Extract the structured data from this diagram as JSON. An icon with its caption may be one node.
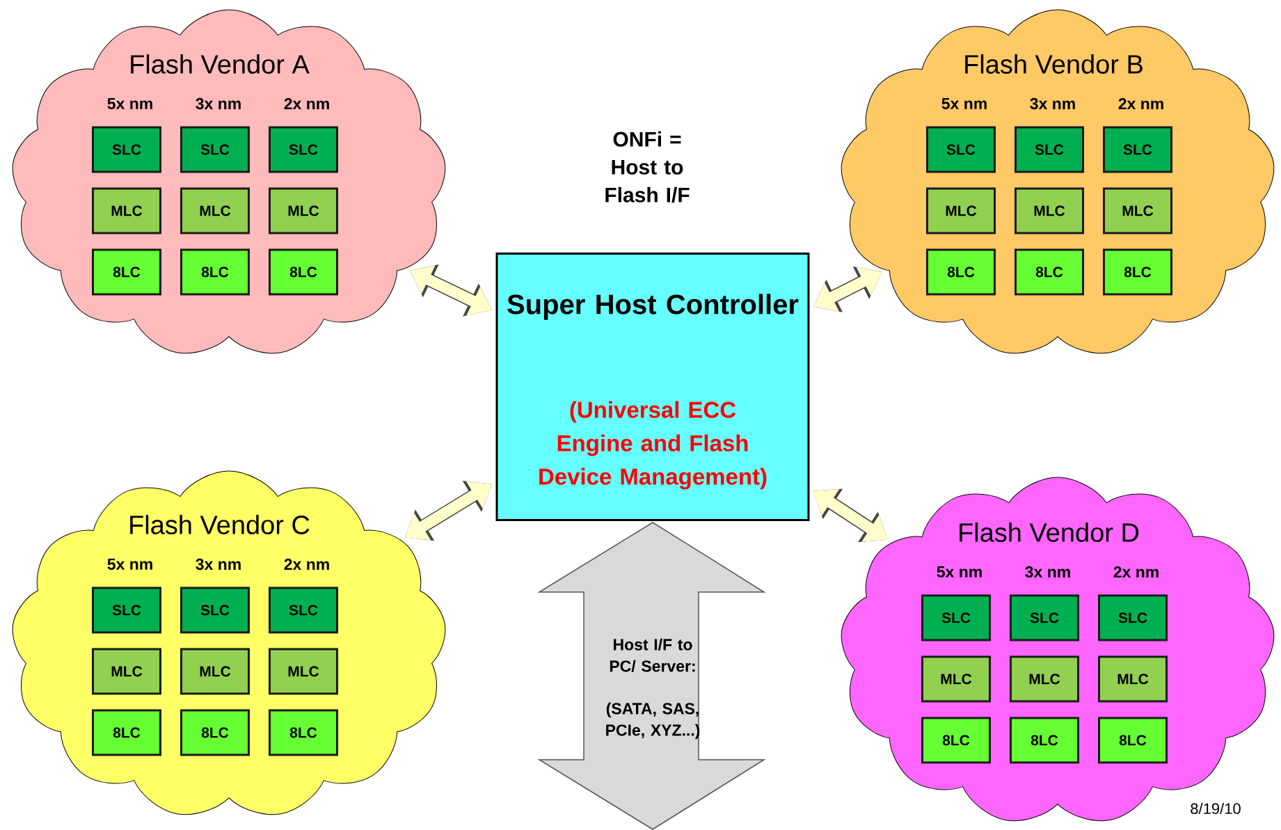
{
  "diagram": {
    "nodes": [
      {
        "text": [
          "Flash Vendor A",
          "5x nm",
          "3x nm",
          "2x nm"
        ]
      },
      {
        "text": [
          "SLC"
        ],
        "in": 0
      },
      {
        "text": [
          "SLC"
        ],
        "in": 0
      },
      {
        "text": [
          "SLC"
        ],
        "in": 0
      },
      {
        "text": [
          "MLC"
        ],
        "in": 0
      },
      {
        "text": [
          "MLC"
        ],
        "in": 0
      },
      {
        "text": [
          "MLC"
        ],
        "in": 0
      },
      {
        "text": [
          "8LC"
        ],
        "in": 0
      },
      {
        "text": [
          "8LC"
        ],
        "in": 0
      },
      {
        "text": [
          "8LC"
        ],
        "in": 0
      },
      {
        "text": [
          "Flash Vendor B",
          "5x nm",
          "3x nm",
          "2x nm"
        ]
      },
      {
        "text": [
          "SLC"
        ],
        "in": 10
      },
      {
        "text": [
          "SLC"
        ],
        "in": 10
      },
      {
        "text": [
          "SLC"
        ],
        "in": 10
      },
      {
        "text": [
          "MLC"
        ],
        "in": 10
      },
      {
        "text": [
          "MLC"
        ],
        "in": 10
      },
      {
        "text": [
          "MLC"
        ],
        "in": 10
      },
      {
        "text": [
          "8LC"
        ],
        "in": 10
      },
      {
        "text": [
          "8LC"
        ],
        "in": 10
      },
      {
        "text": [
          "8LC"
        ],
        "in": 10
      },
      {
        "text": [
          "Super Host Controller",
          "(Universal ECC Engine and Flash Device Management)"
        ]
      },
      {
        "text": [
          "Flash Vendor C",
          "5x nm",
          "3x nm",
          "2x nm"
        ]
      },
      {
        "text": [
          "SLC"
        ],
        "in": 21
      },
      {
        "text": [
          "SLC"
        ],
        "in": 21
      },
      {
        "text": [
          "SLC"
        ],
        "in": 21
      },
      {
        "text": [
          "MLC"
        ],
        "in": 21
      },
      {
        "text": [
          "MLC"
        ],
        "in": 21
      },
      {
        "text": [
          "MLC"
        ],
        "in": 21
      },
      {
        "text": [
          "8LC"
        ],
        "in": 21
      },
      {
        "text": [
          "8LC"
        ],
        "in": 21
      },
      {
        "text": [
          "8LC"
        ],
        "in": 21
      },
      {
        "text": [
          "Flash Vendor D",
          "5x nm",
          "3x nm",
          "2x nm"
        ]
      },
      {
        "text": [
          "SLC"
        ],
        "in": 31
      },
      {
        "text": [
          "SLC"
        ],
        "in": 31
      },
      {
        "text": [
          "SLC"
        ],
        "in": 31
      },
      {
        "text": [
          "MLC"
        ],
        "in": 31
      },
      {
        "text": [
          "MLC"
        ],
        "in": 31
      },
      {
        "text": [
          "MLC"
        ],
        "in": 31
      },
      {
        "text": [
          "8LC"
        ],
        "in": 31
      },
      {
        "text": [
          "8LC"
        ],
        "in": 31
      },
      {
        "text": [
          "8LC"
        ],
        "in": 31
      },
      {
        "text": [
          "Host I/F to PC/ Server:",
          "(SATA, SAS, PCIe, XYZ...)"
        ]
      }
    ],
    "edges": [
      {
        "from": 0,
        "to": 20,
        "arrow": "both"
      },
      {
        "from": 10,
        "to": 20,
        "arrow": "both"
      },
      {
        "from": 21,
        "to": 20,
        "arrow": "both"
      },
      {
        "from": 31,
        "to": 20,
        "arrow": "both"
      }
    ],
    "labels": [
      "ONFi = Host to Flash I/F",
      "8/19/10"
    ]
  }
}
